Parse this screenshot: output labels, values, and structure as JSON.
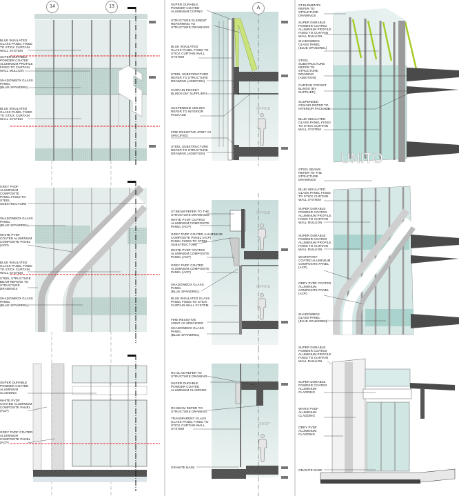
{
  "grid": {
    "bubble_14": "14",
    "bubble_13": "13",
    "bubble_a": "A"
  },
  "rooms": {
    "office_top": "OFFICE",
    "office_mid_1": "OFFICE",
    "office_mid_2": "OFFICE",
    "shop": "SHOP"
  },
  "signage": {
    "letters": "UNITO"
  },
  "colors": {
    "glass": "#e3ecea",
    "spandrel": "#c6dad6",
    "structure_green": "#b7d650",
    "cut_line": "#e8141e",
    "slab": "#4a4a4a"
  },
  "panels": {
    "elevation_top": [
      "BLUE INSULATED\nGLASS PANEL FIXED\nTO STICK CURTAIN\nWALL SYSTEM",
      "SUPER DURABLE\nPOWDER COATED\nALUMINIUM PROFILE\nFIXED TO CURTAIN\nWALL MULLION",
      "SHADOWBOX GLASS\nPANEL\n(BLUE SPANDREL)",
      "BLUE INSULATED\nGLASS PANEL FIXED\nTO STICK CURTAIN\nWALL SYSTEM"
    ],
    "section_top": [
      "SUPER DURABLE\nPOWDER COATED\nALUMINIUM COPING",
      "STRUCTURE ELEMENT\nREFERRING TO\nSTRUCTURE DRAWINGS",
      "BLUE INSULATED\nGLASS PANEL FIXED TO\nSTICK CURTAIN WALL\nSYSTEM",
      "STEEL SUBSTRUCTURE\nREFER TO STRUCTURE\nDRAWING (ADDITION)",
      "CURTAIN POCKET\nBLINDS (BY SUPPLIER)",
      "SUSPENDED CEILING\nREFER TO INTERIOR\nPACKAGE",
      "FIRE RESISTIVE JOINT AS\nSPECIFIED",
      "STEEL SUBSTRUCTURE\nREFER TO STRUCTURE\nDRAWING (ADDITION)"
    ],
    "axon_top": [
      "ST.ELEMENTS\nREFER TO\nSTRUCTURE\nDRAWINGS",
      "SUPER DURABLE\nPOWDER COATED\nALUMINIUM PROFILE\nFIXED TO CURTAIN\nWALL MULLION",
      "SHADOWBOX\nGLASS PANEL\n(BLUE SPANDREL)",
      "STEEL\nSUBSTRUCTURE\nREFER TO\nSTRUCTURE\nDRAWING\n(ADDITION)",
      "CURTAIN POCKET\nBLINDS (BY\nSUPPLIER)",
      "SUSPENDED\nCEILING REFER TO\nINTERIOR PACKAGE",
      "BLUE INSULATED\nGLASS PANEL FIXED\nTO STICK CURTAIN\nWALL SYSTEM"
    ],
    "elevation_mid": [
      "GREY PVDF\nALUMINIUM\nCOMPOSITE\nPANEL FIXED TO\nSTEEL\nSUBSTRUCTURE",
      "SHADOWBOX GLASS\nPANEL\n(BLUE SPANDREL)",
      "WHITE PVDF\nCOATED ALUMINIUM\nCOMPOSITE PANEL\n(ACP)",
      "BLUE INSULATED\nGLASS PANEL FIXED\nTO STICK CURTAIN\nWALL SYSTEM",
      "STEEL STRUCTURE\nBEAM REFERS TO\nSTRUCTURE\nDRAWINGS",
      "SHADOWBOX GLASS\nPANEL\n(BLUE SPANDREL)"
    ],
    "section_mid": [
      "ST.BEAM REFER TO THE\nSTRUCTURE DRAWINGS",
      "WHITE PVDF COATED\nALUMINIUM COMPOSITE\nPANEL (ACP)",
      "GREY PVDF COATED ALUMINIUM\nCOMPOSITE PANEL (ACP)\nPANEL FIXED TO STEEL\nSUBSTRUCTURE",
      "WHITE PVDF COATED\nALUMINIUM COMPOSITE\nPANEL (ACP)",
      "GREY PVDF COATED\nALUMINIUM COMPOSITE\nPANEL (ACP)",
      "SHADOWBOX GLASS\nPANEL\n(BLUE SPANDREL)",
      "BLUE INSULATED GLASS\nPANEL FIXED TO STICK\nCURTAIN WALL SYSTEM",
      "FIRE RESISTIVE\nJOINT AS SPECIFIED",
      "SHADOWBOX GLASS\nPANEL\n(BLUE SPANDREL)"
    ],
    "axon_mid": [
      "STEEL BEAMS\nREFER TO THE\nSTRUCTURE\nDRAWINGS",
      "BLUE INSULATED\nGLASS PANEL FIXED\nTO STICK CURTAIN\nWALL SYSTEM",
      "SUPER DURABLE\nPOWDER COATED\nALUMINIUM PROFILE\nFIXED TO CURTAIN\nWALL MULLION",
      "SUPER DURABLE\nPOWDER COATED\nALUMINIUM PROFILE\nFIXED TO CURTAIN\nWALL MULLION",
      "WHITEPVDF\nCOATED ALUMINIUM\nCOMPOSITE PANEL\n(ACP)",
      "GREY PVDF COATED\nALUMINIUM\nCOMPOSITE PANEL\n(ACP)",
      "SHADOWBOX\nGLASS PANEL\n(BLUE SPANDREL)"
    ],
    "elevation_bottom": [
      "SUPER DURABLE\nPOWDER COATED\nALUMINIUM\nCLADDING",
      "WHITE PVDF\nCOATED ALUMINIUM\nCOMPOSITE PANEL\n(ACP)",
      "GREY PVDF COATED\nALUMINIUM\nCOMPOSITE PANEL\n(ACP)"
    ],
    "section_bottom": [
      "RC SLAB REFER TO\nSTRUCTURE DRAWING",
      "SUPER DURABLE\nPOWDER COATED\nALUMINIUM CLADDING",
      "RC BEAM REFER TO\nSTRUCTURE DRAWING",
      "TRANSPARENT GLASS\nGLASS PANEL FIXED TO\nSTICK CURTAIN WALL\nSYSTEM",
      "GRANITE BASE"
    ],
    "axon_bottom": [
      "SUPER DURABLE\nPOWDER COATED\nALUMINIUM PROFILE\nFIXED TO CURTAIN\nWALL MULLION",
      "SUPER DURABLE\nPOWDER COATED\nALUMINIUM\nCLADDING",
      "WHITE PVDF\nALUMINIUM\nCLADDING",
      "GREY PVDF\nALUMINIUM\nCLADDING",
      "GRANITE BASE"
    ]
  }
}
